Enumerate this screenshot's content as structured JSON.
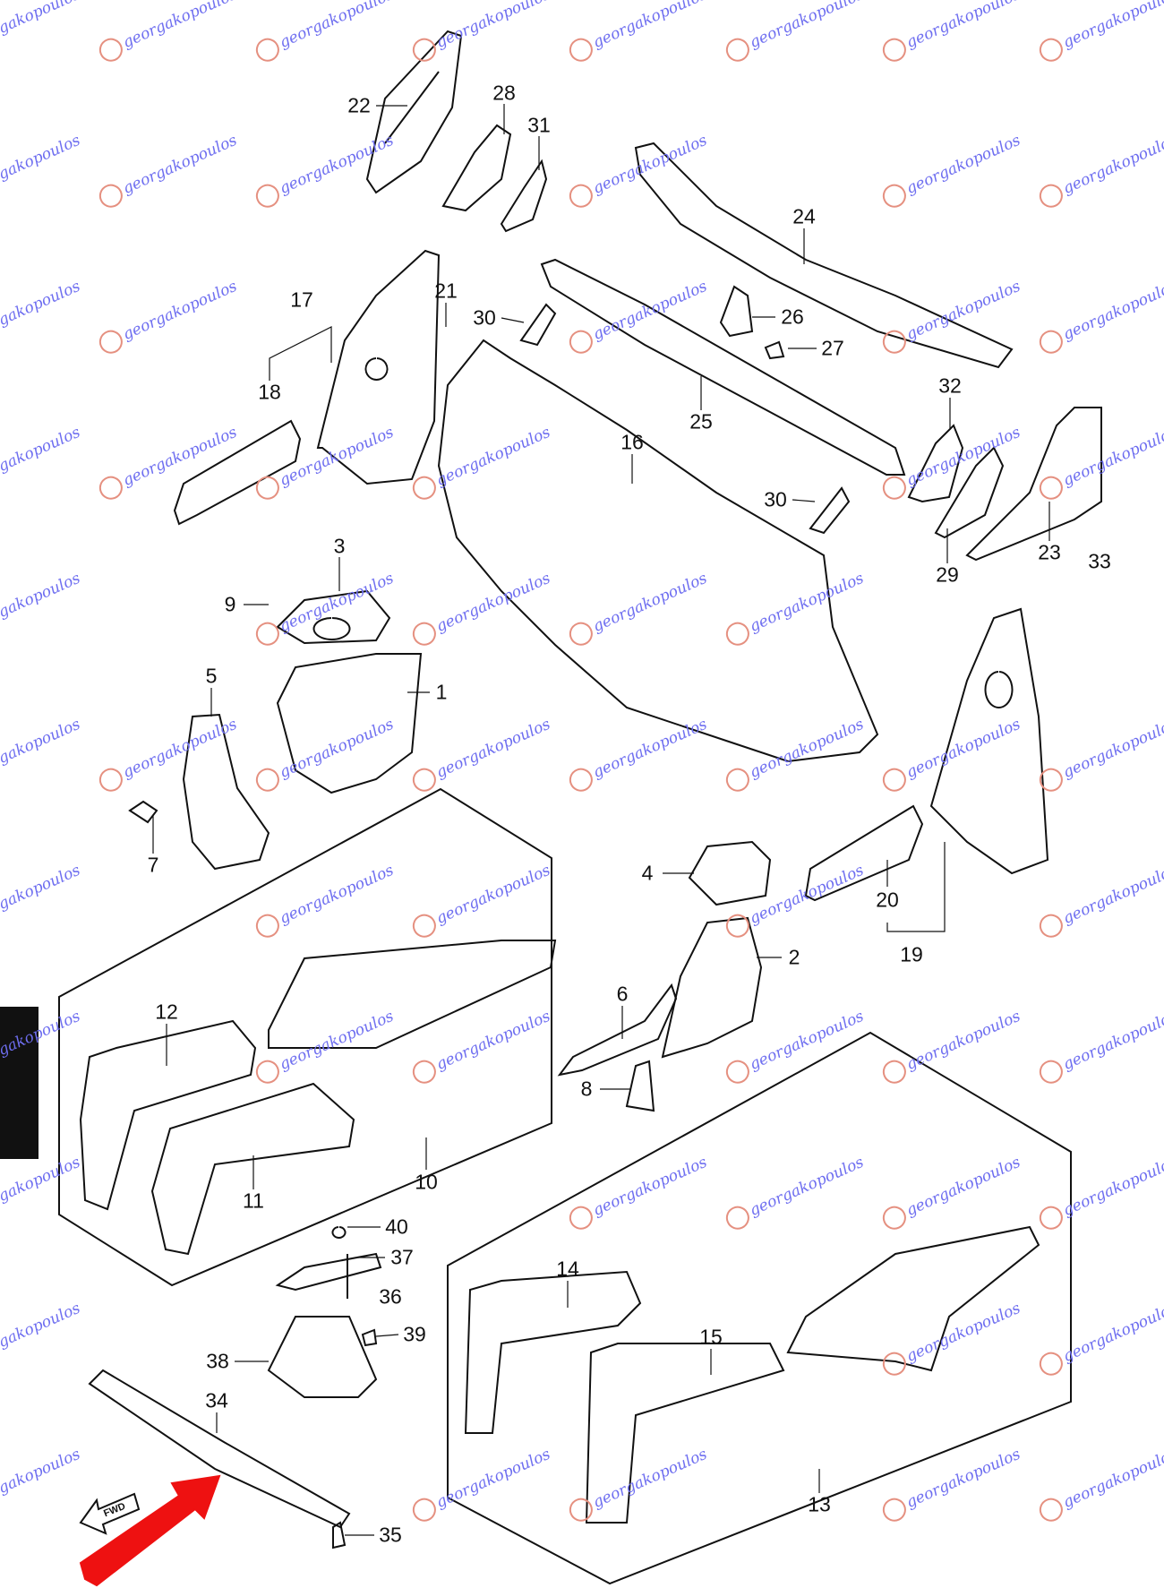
{
  "diagram": {
    "watermark": "georgakopoulos",
    "fwd_label": "FWD",
    "colors": {
      "line": "#111111",
      "watermark_text": "#6e6ef0",
      "watermark_logo": "#e59080",
      "arrow": "#ee1111"
    },
    "labels": [
      "22",
      "28",
      "31",
      "24",
      "17",
      "21",
      "30",
      "26",
      "27",
      "18",
      "25",
      "32",
      "16",
      "30",
      "23",
      "33",
      "29",
      "3",
      "9",
      "5",
      "1",
      "7",
      "4",
      "20",
      "19",
      "2",
      "12",
      "6",
      "8",
      "11",
      "10",
      "40",
      "37",
      "36",
      "14",
      "39",
      "15",
      "38",
      "34",
      "13",
      "35"
    ]
  }
}
